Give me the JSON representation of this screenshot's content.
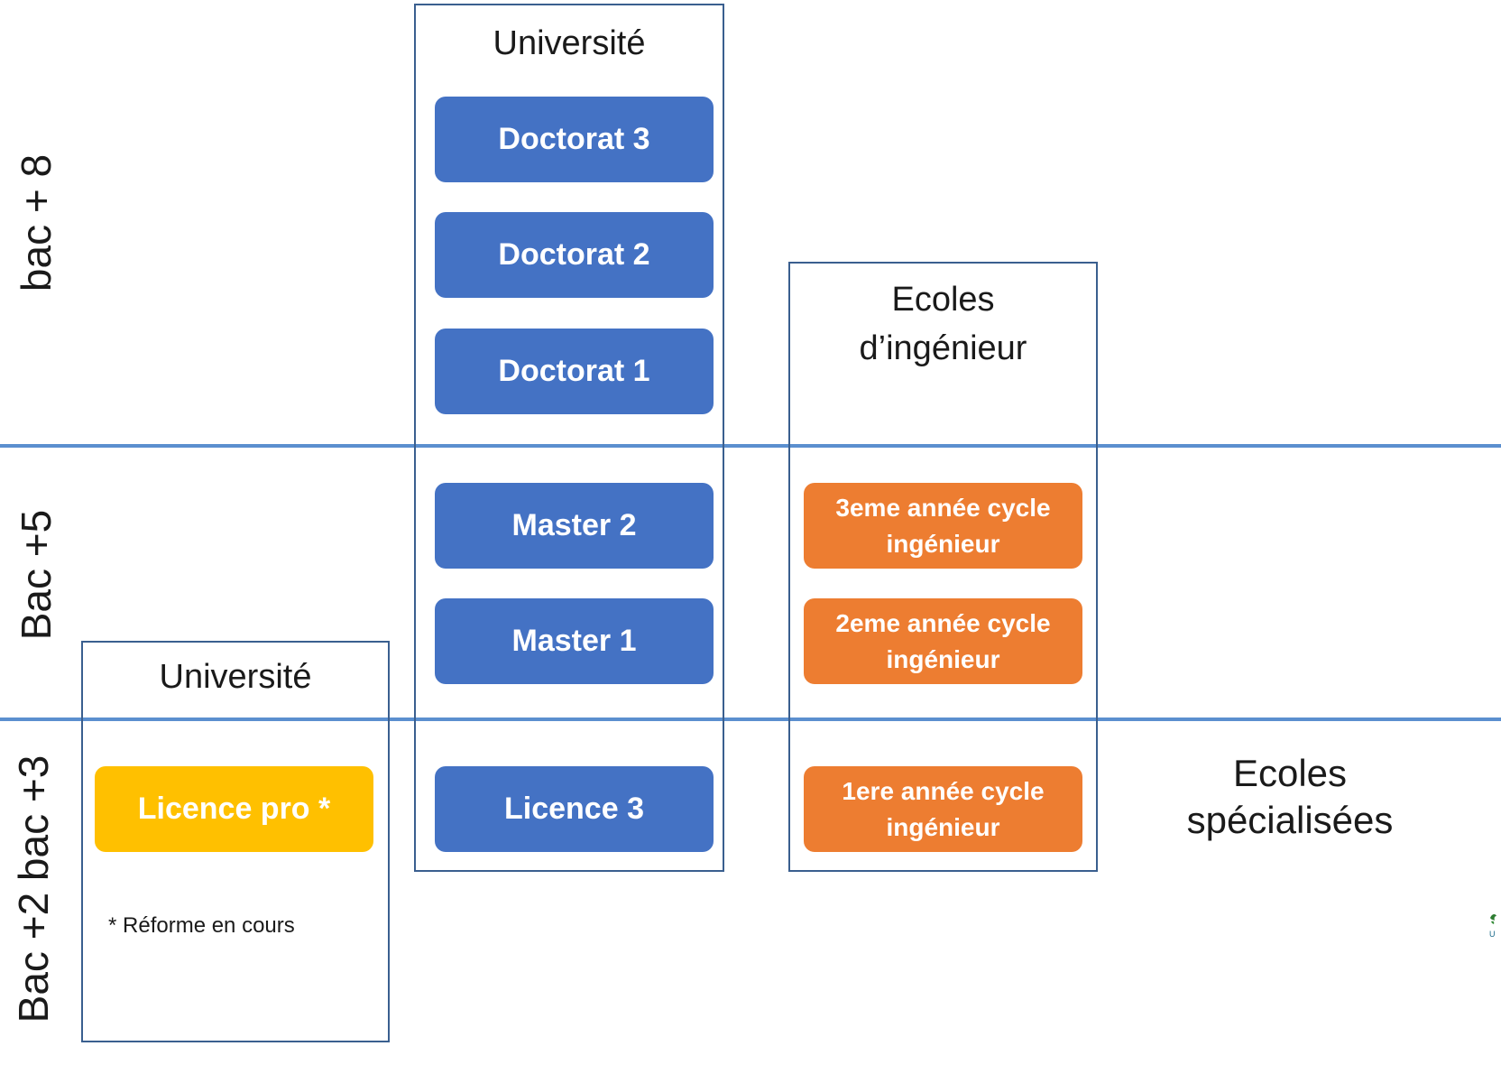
{
  "levels": {
    "top": "bac + 8",
    "middle": "Bac +5",
    "bottom": "Bac +2 bac +3"
  },
  "university_main": {
    "title": "Université",
    "boxes": [
      "Doctorat 3",
      "Doctorat 2",
      "Doctorat 1",
      "Master 2",
      "Master 1",
      "Licence 3"
    ]
  },
  "ecoles_ingenieur": {
    "title_line1": "Ecoles",
    "title_line2": "d’ingénieur",
    "boxes": [
      {
        "line1": "3eme année cycle",
        "line2": "ingénieur"
      },
      {
        "line1": "2eme année cycle",
        "line2": "ingénieur"
      },
      {
        "line1": "1ere année cycle",
        "line2": "ingénieur"
      }
    ]
  },
  "university_pro": {
    "title": "Université",
    "box": "Licence pro *",
    "note": "* Réforme en cours"
  },
  "ecoles_specialisees": {
    "line1": "Ecoles",
    "line2": "spécialisées"
  },
  "colors": {
    "blue": "#4472c4",
    "orange": "#ed7d31",
    "yellow": "#ffc000",
    "divider": "#5b8fcf",
    "border": "#3a5f8f"
  }
}
